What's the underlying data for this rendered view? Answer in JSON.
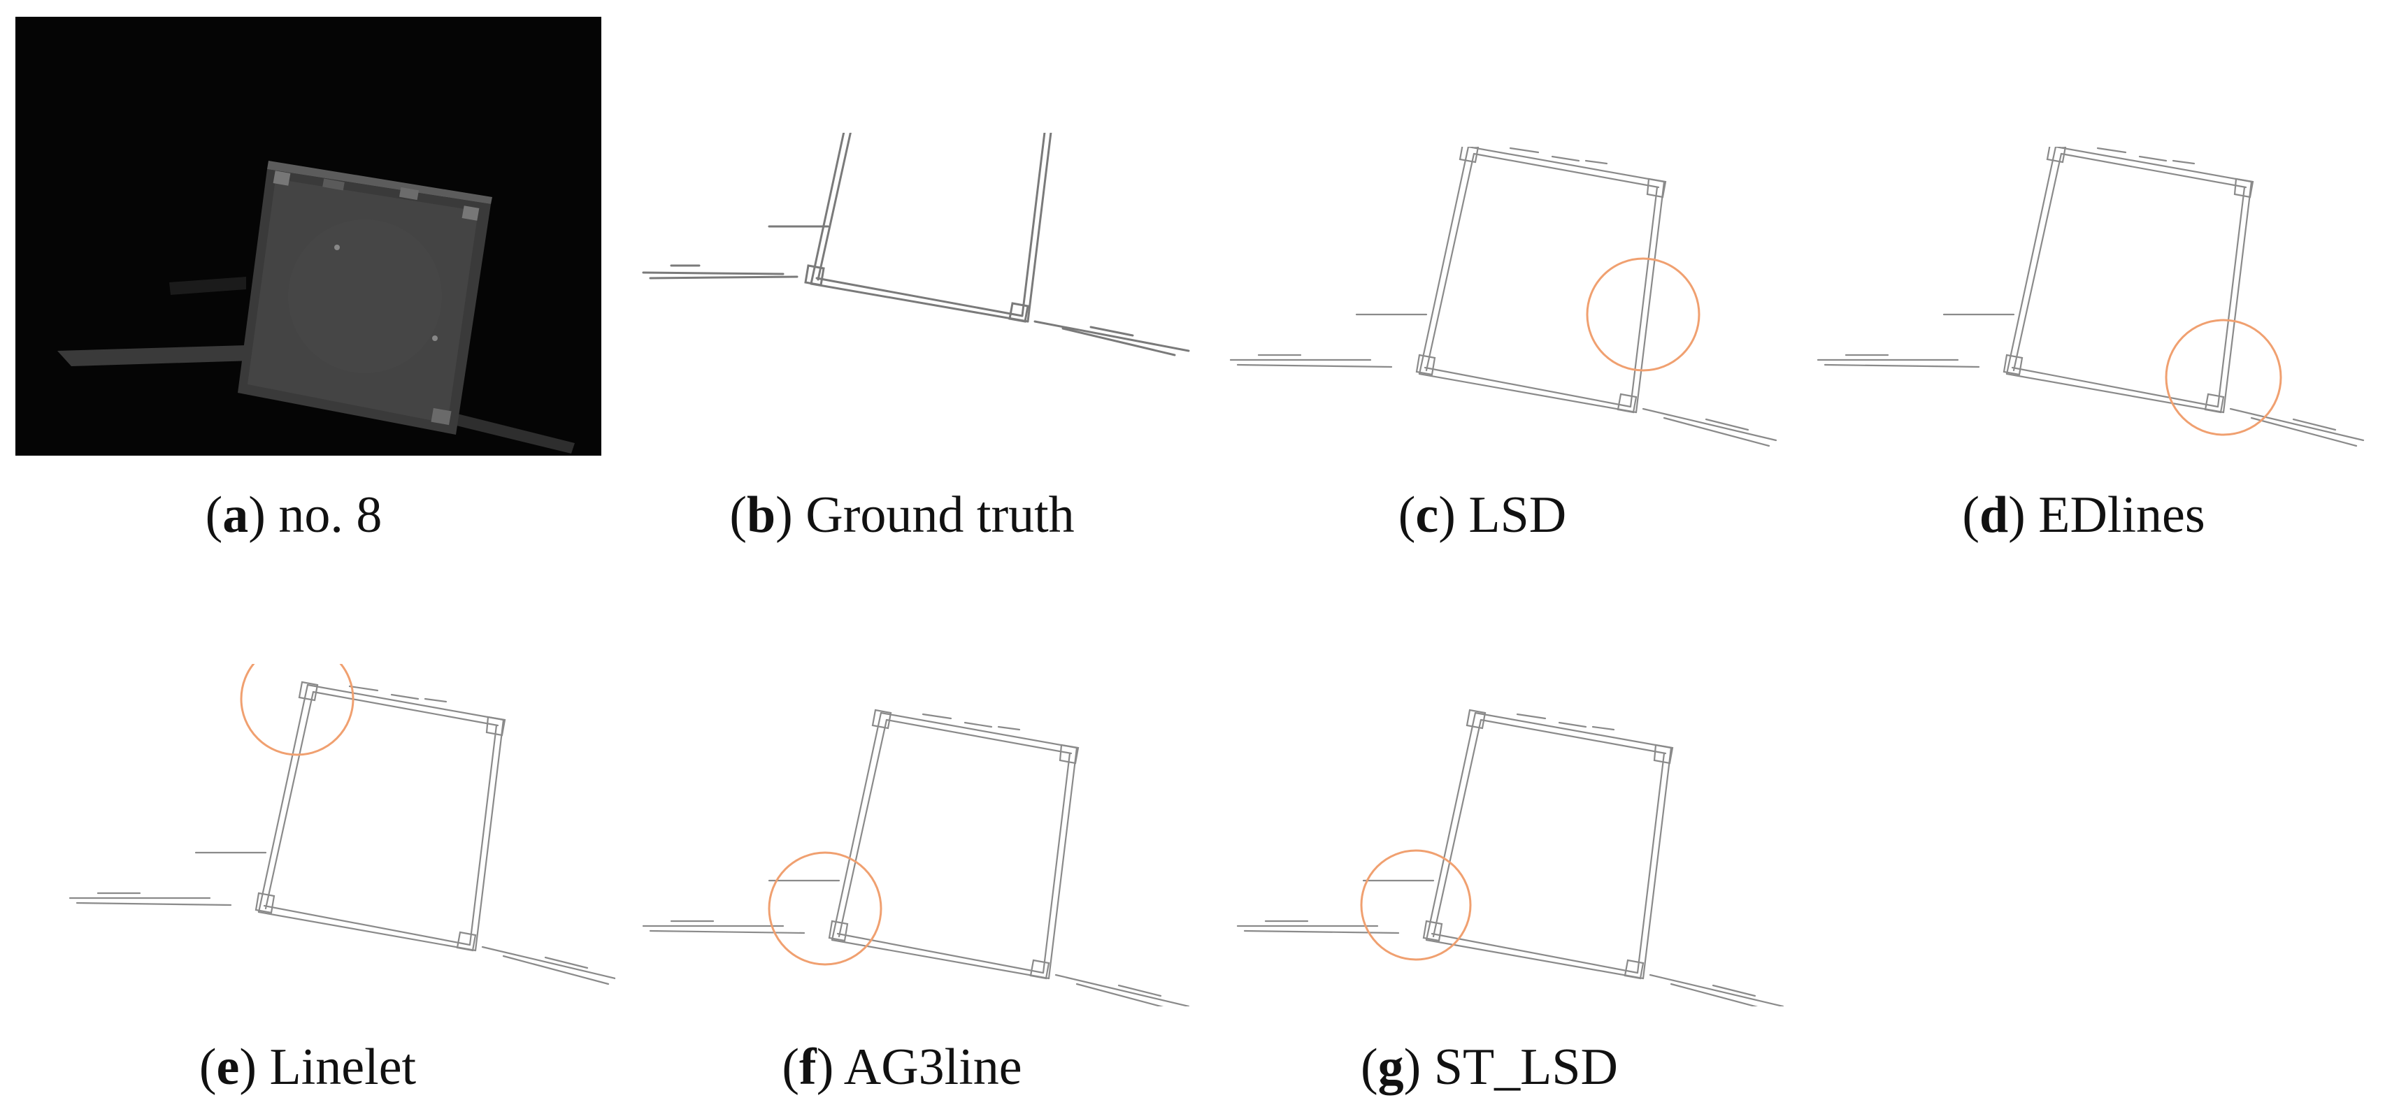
{
  "figure": {
    "panels": [
      {
        "letter": "a",
        "label": "no. 8"
      },
      {
        "letter": "b",
        "label": "Ground truth"
      },
      {
        "letter": "c",
        "label": "LSD"
      },
      {
        "letter": "d",
        "label": "EDlines"
      },
      {
        "letter": "e",
        "label": "Linelet"
      },
      {
        "letter": "f",
        "label": "AG3line"
      },
      {
        "letter": "g",
        "label": "ST_LSD"
      }
    ],
    "colors": {
      "highlight_circle": "#f0a070",
      "line_stroke": "#8a8a8a",
      "photo_background": "#050505"
    }
  }
}
